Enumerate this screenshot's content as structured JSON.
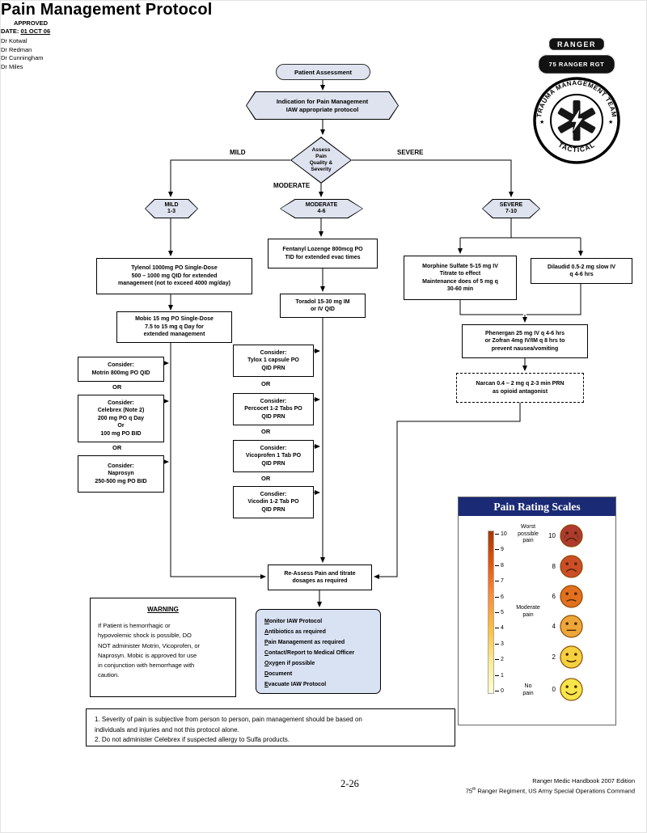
{
  "page": {
    "title": "Pain Management Protocol",
    "approved_label": "APPROVED",
    "date_label": "DATE:",
    "date_value": "01 OCT 06",
    "doctors": [
      "Dr Kotwal",
      "Dr Redman",
      "Dr Cunningham",
      "Dr Miles"
    ],
    "footer_page": "2-26",
    "footer_line1": "Ranger Medic Handbook 2007 Edition",
    "footer_line2_pre": "75",
    "footer_line2_sup": "th",
    "footer_line2_post": " Ranger Regiment, US Army Special Operations Command"
  },
  "insignia": {
    "tab": "RANGER",
    "scroll": "75 RANGER RGT",
    "emblem_top": "TRAUMA MANAGEMENT TEAM",
    "emblem_bottom": "TACTICAL",
    "star": "★"
  },
  "colors": {
    "node_fill": "#dfe3ef",
    "monitor_fill": "#d9e2f3",
    "scale_header": "#1b2a75"
  },
  "flow": {
    "patient_assessment": "Patient Assessment",
    "indication": [
      "Indication for Pain Management",
      "IAW appropriate protocol"
    ],
    "assess": [
      "Assess",
      "Pain",
      "Quality &",
      "Severity"
    ],
    "branch_mild": "MILD",
    "branch_severe": "SEVERE",
    "branch_moderate": "MODERATE",
    "mild_hex": [
      "MILD",
      "1-3"
    ],
    "moderate_hex": [
      "MODERATE",
      "4-6"
    ],
    "severe_hex": [
      "SEVERE",
      "7-10"
    ],
    "or": "OR",
    "tylenol": [
      "Tylenol 1000mg PO Single-Dose",
      "500 – 1000 mg QID for extended",
      "management (not to exceed 4000 mg/day)"
    ],
    "mobic": [
      "Mobic 15 mg PO Single-Dose",
      "7.5 to 15 mg q Day for",
      "extended management"
    ],
    "motrin": [
      "Consider:",
      "Motrin 800mg PO QID"
    ],
    "celebrex": [
      "Consider:",
      "Celebrex (Note 2)",
      "200 mg PO q Day",
      "Or",
      "100 mg PO BID"
    ],
    "naprosyn": [
      "Consider:",
      "Naprosyn",
      "250-500 mg PO BID"
    ],
    "fentanyl": [
      "Fentanyl Lozenge 800mcg PO",
      "TID for extended evac times"
    ],
    "toradol": [
      "Toradol 15-30 mg IM",
      "or IV QID"
    ],
    "tylox": [
      "Consider:",
      "Tylox 1 capsule PO",
      "QID PRN"
    ],
    "percocet": [
      "Consider:",
      "Percocet 1-2 Tabs PO",
      "QID PRN"
    ],
    "vicoprofen": [
      "Consider:",
      "Vicoprofen 1 Tab PO",
      "QID PRN"
    ],
    "vicodin": [
      "Consdier:",
      "Vicodin 1-2 Tab PO",
      "QID PRN"
    ],
    "morphine": [
      "Morphine Sulfate 5-15 mg IV",
      "Titrate to effect",
      "Maintenance does of 5 mg q",
      "30-60 min"
    ],
    "dilaudid": [
      "Dilaudid 0.5-2 mg slow IV",
      "q 4-6 hrs"
    ],
    "phenergan": [
      "Phenergan 25 mg IV q 4-6 hrs",
      "or Zofran 4mg IV/IM q 8 hrs to",
      "prevent nausea/vomiting"
    ],
    "narcan": [
      "Narcan 0.4 – 2 mg q 2-3 min PRN",
      "as opioid antagonist"
    ],
    "reassess": [
      "Re-Assess Pain and titrate",
      "dosages as required"
    ],
    "monitor": [
      {
        "first": "M",
        "rest": "onitor IAW Protocol"
      },
      {
        "first": "A",
        "rest": "ntibiotics as required"
      },
      {
        "first": "P",
        "rest": "ain Management as required"
      },
      {
        "first": "C",
        "rest": "ontact/Report to Medical Officer"
      },
      {
        "first": "O",
        "rest": "xygen if possible"
      },
      {
        "first": "D",
        "rest": "ocument"
      },
      {
        "first": "E",
        "rest": "vacuate IAW Protocol"
      }
    ]
  },
  "warning": {
    "title": "WARNING",
    "body_lines": [
      "If Patient is hemorrhagic or",
      "hypovolemic shock is possible, DO",
      "NOT administer Motrin, Vicoprofen, or",
      "Naprosyn.   Mobic is approved for use",
      "in conjunction with hemorrhage with",
      "caution."
    ]
  },
  "notes": {
    "lines": [
      "1.  Severity of pain is subjective from person to person, pain management should be based on",
      "individuals and injuries and not this protocol alone.",
      "2.  Do not administer Celebrex if suspected allergy to Sulfa products."
    ]
  },
  "pain_scale": {
    "title": "Pain Rating Scales",
    "ticks": [
      "10",
      "9",
      "8",
      "7",
      "6",
      "5",
      "4",
      "3",
      "2",
      "1",
      "0"
    ],
    "labels": {
      "top": [
        "Worst",
        "possible",
        "pain"
      ],
      "mid": [
        "Moderate",
        "pain"
      ],
      "bottom": [
        "No",
        "pain"
      ]
    },
    "faces": [
      {
        "value": "10",
        "color": "#b03a2e"
      },
      {
        "value": "8",
        "color": "#cb4e27"
      },
      {
        "value": "6",
        "color": "#e2701f"
      },
      {
        "value": "4",
        "color": "#eda63a"
      },
      {
        "value": "2",
        "color": "#f5d13f"
      },
      {
        "value": "0",
        "color": "#f7e64a"
      }
    ]
  }
}
